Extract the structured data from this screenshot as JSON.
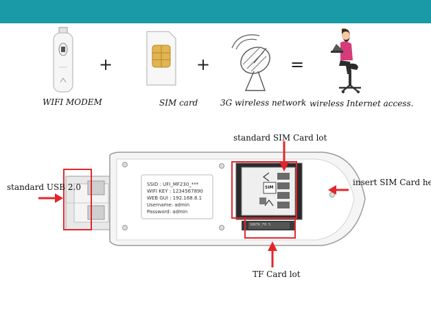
{
  "steps": [
    {
      "label": "WIFI MODEM",
      "icon": "usb-modem-icon"
    },
    {
      "label": "SIM card",
      "icon": "sim-card-icon"
    },
    {
      "label": "3G wireless network",
      "icon": "satellite-dish-icon"
    },
    {
      "label": "wireless Internet access.",
      "icon": "woman-laptop-icon"
    }
  ],
  "operators": [
    "+",
    "+",
    "="
  ],
  "callouts": {
    "sim_slot": "standard SIM Card lot",
    "usb": "standard USB 2.0",
    "insert_sim": "insert SIM Card here",
    "tf_slot": "TF Card lot"
  },
  "device_label": {
    "ssid": "SSID : UFI_MF230_***",
    "wifi_key": "WIFI KEY : 1234567890",
    "web_gui": "WEB GUI : 192.168.8.1",
    "username": "Username: admin",
    "password": "Password: admin"
  },
  "slot_marks": {
    "sim_text": "SIM",
    "tf_text": "SDKTR_FH 5"
  },
  "colors": {
    "band": "#1a9aa6",
    "highlight": "#e3262b"
  }
}
